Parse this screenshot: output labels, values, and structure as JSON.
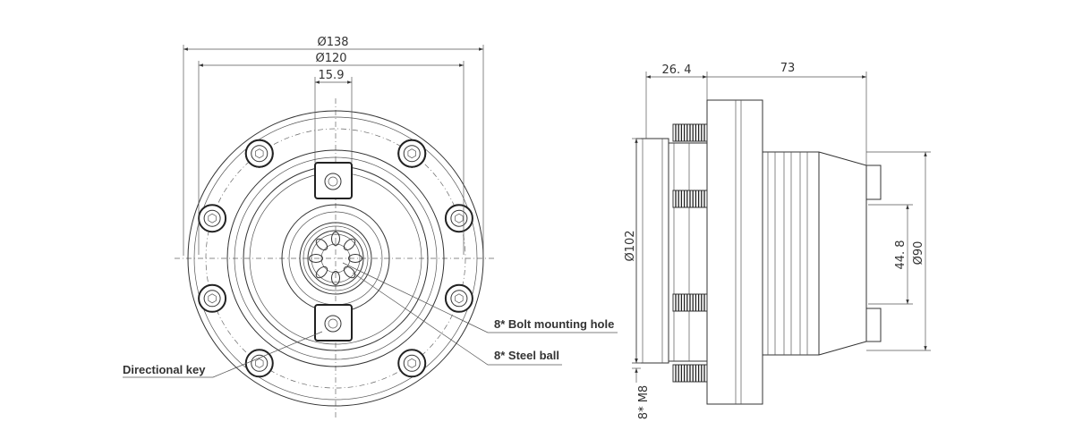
{
  "front_view": {
    "dim_outer_diameter": "Ø138",
    "dim_pitch_diameter": "Ø120",
    "dim_key_width": "15.9"
  },
  "callouts": {
    "bolt_hole": "8* Bolt mounting hole",
    "steel_ball": "8* Steel ball",
    "directional_key": "Directional key"
  },
  "side_view": {
    "dim_flange_thickness": "26. 4",
    "dim_body_length": "73",
    "dim_flange_diameter": "Ø102",
    "dim_pin_spacing": "44. 8",
    "dim_body_diameter": "Ø90",
    "dim_thread": "8* M8"
  },
  "colors": {
    "line": "#333333",
    "background": "#ffffff"
  }
}
